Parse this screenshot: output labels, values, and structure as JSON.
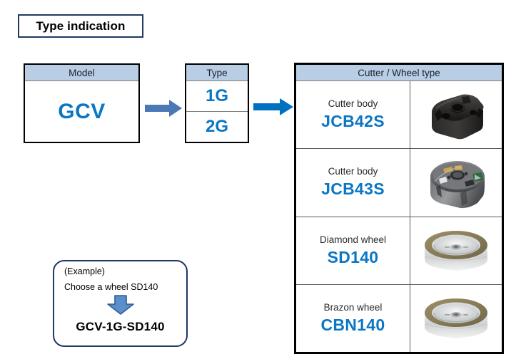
{
  "page": {
    "title": "Type indication"
  },
  "model_box": {
    "header": "Model",
    "code": "GCV"
  },
  "type_box": {
    "header": "Type",
    "options": [
      {
        "code": "1G"
      },
      {
        "code": "2G"
      }
    ]
  },
  "arrows": {
    "arrow1_color": "#4a79b5",
    "arrow2_color": "#0070c0",
    "down_arrow_fill": "#5b8fc9",
    "down_arrow_stroke": "#2e5c96"
  },
  "cutter_table": {
    "header": "Cutter / Wheel type",
    "rows": [
      {
        "kind": "Cutter body",
        "code": "JCB42S",
        "image": "cutter-body-jcb42s-photo"
      },
      {
        "kind": "Cutter body",
        "code": "JCB43S",
        "image": "cutter-body-jcb43s-photo"
      },
      {
        "kind": "Diamond wheel",
        "code": "SD140",
        "image": "diamond-wheel-sd140-photo"
      },
      {
        "kind": "Brazon wheel",
        "code": "CBN140",
        "image": "brazon-wheel-cbn140-photo"
      }
    ]
  },
  "example": {
    "label": "(Example)",
    "instruction": "Choose a wheel SD140",
    "result": "GCV-1G-SD140"
  },
  "colors": {
    "header_fill": "#b9cde5",
    "code_blue": "#0b76c4",
    "navy_border": "#1f3864",
    "black_border": "#000000"
  }
}
